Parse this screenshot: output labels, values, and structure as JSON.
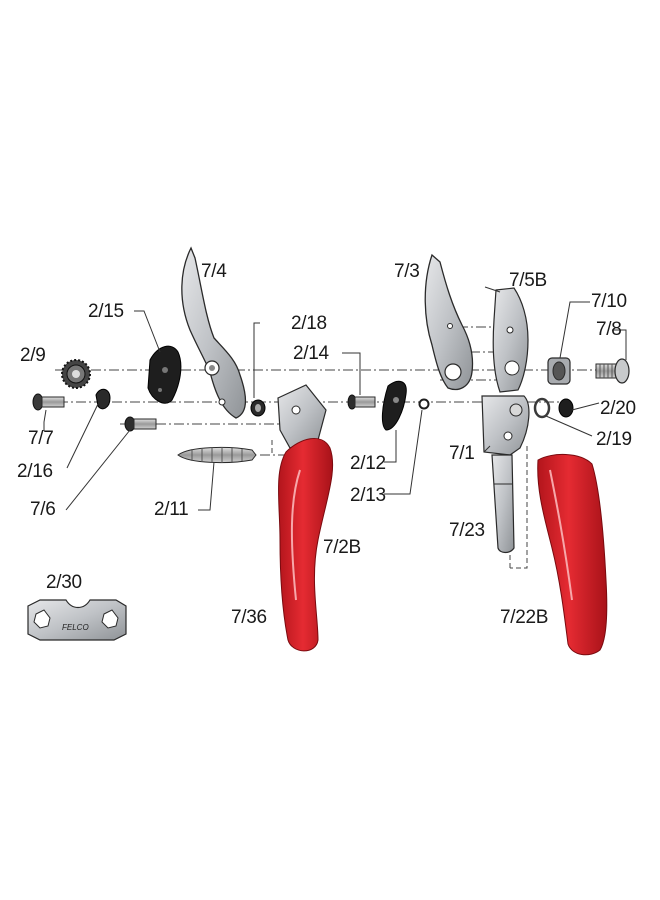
{
  "brand_stamp": "FELCO",
  "labels": {
    "p7_4": "7/4",
    "p7_3": "7/3",
    "p7_5B": "7/5B",
    "p7_10": "7/10",
    "p7_8": "7/8",
    "p2_15": "2/15",
    "p2_18": "2/18",
    "p2_14": "2/14",
    "p2_9": "2/9",
    "p7_7": "7/7",
    "p2_16": "2/16",
    "p7_6": "7/6",
    "p2_11": "2/11",
    "p2_12": "2/12",
    "p2_13": "2/13",
    "p7_1": "7/1",
    "p2_20": "2/20",
    "p2_19": "2/19",
    "p7_23": "7/23",
    "p7_2B": "7/2B",
    "p7_36": "7/36",
    "p7_22B": "7/22B",
    "p2_30": "2/30"
  },
  "colors": {
    "handle_red": "#d8232a",
    "metal_grey": "#b9bcc0",
    "dark_part": "#1e1e1e",
    "outline": "#2a2a2a"
  }
}
